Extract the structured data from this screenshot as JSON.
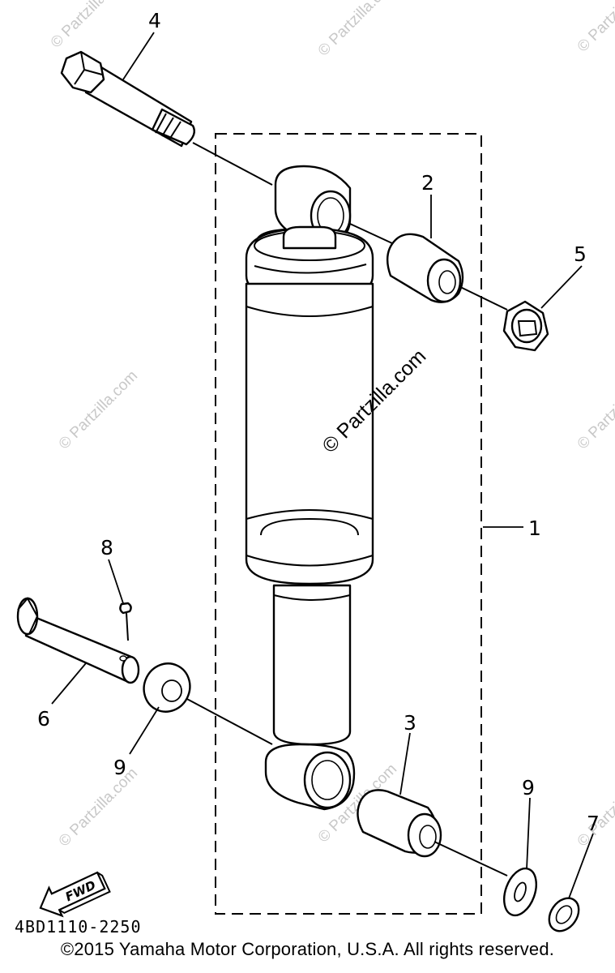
{
  "callouts": {
    "c1": "1",
    "c2": "2",
    "c3": "3",
    "c4": "4",
    "c5": "5",
    "c6": "6",
    "c7": "7",
    "c8": "8",
    "c9a": "9",
    "c9b": "9"
  },
  "watermarks": {
    "center": "© Partzilla.com",
    "small": "© Partzilla.com"
  },
  "diagram_code": "4BD1110-2250",
  "fwd_label": "FWD",
  "copyright": "©2015 Yamaha Motor Corporation, U.S.A. All rights reserved."
}
